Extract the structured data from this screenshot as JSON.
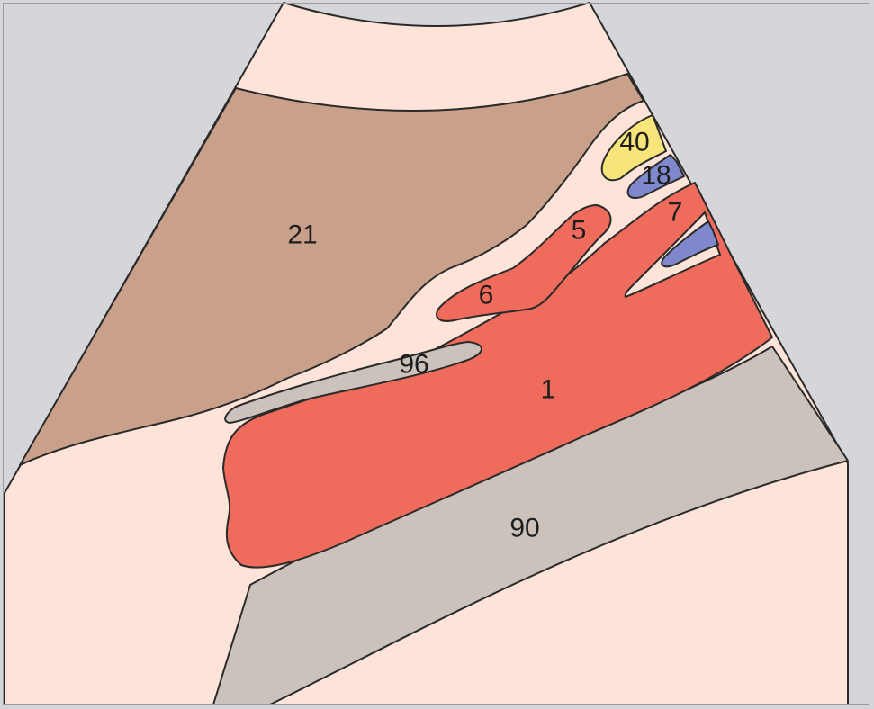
{
  "colors": {
    "background": "#d4d6d9",
    "sector_tissue": "#fde3d8",
    "muscle": "#c9a08a",
    "artery": "#ef6b5c",
    "vein": "#7f88cc",
    "nerve": "#f7e57a",
    "fascia": "#cbc3bb",
    "outline": "#2a2a2a"
  },
  "labels": {
    "l21": "21",
    "l40": "40",
    "l18": "18",
    "l7": "7",
    "l5": "5",
    "l6": "6",
    "l96": "96",
    "l1": "1",
    "l90": "90"
  }
}
